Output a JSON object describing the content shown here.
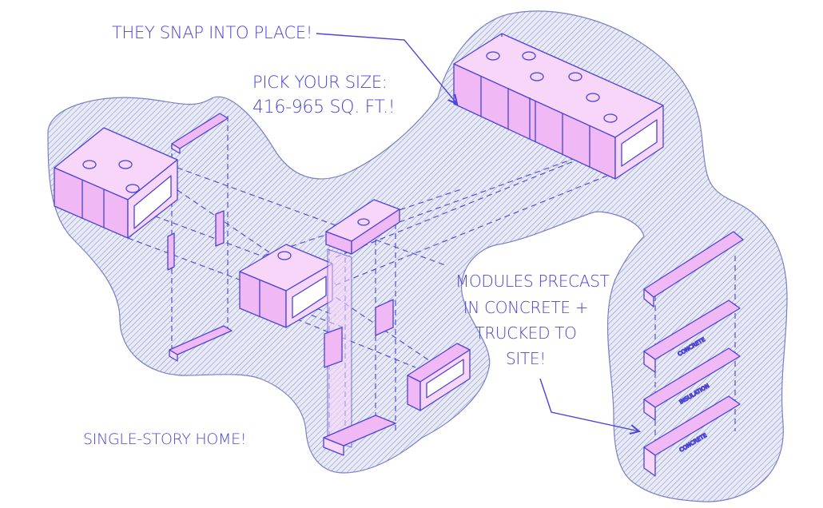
{
  "colors": {
    "ink": "#4b44d6",
    "fill": "#f0b8f5",
    "fill_light": "#f7d6fa",
    "hatch_bg": "#cfd4ef"
  },
  "callouts": {
    "snap": "THEY SNAP INTO PLACE!",
    "size_line1": "PICK YOUR SIZE:",
    "size_line2": "416-965 SQ. FT.!",
    "single_story": "SINGLE-STORY HOME!",
    "modules_line1": "MODULES PRECAST",
    "modules_line2": "IN CONCRETE +",
    "modules_line3": "TRUCKED TO",
    "modules_line4": "SITE!"
  },
  "layers": {
    "top": "CONCRETE",
    "middle": "INSULATION",
    "bottom": "CONCRETE"
  }
}
